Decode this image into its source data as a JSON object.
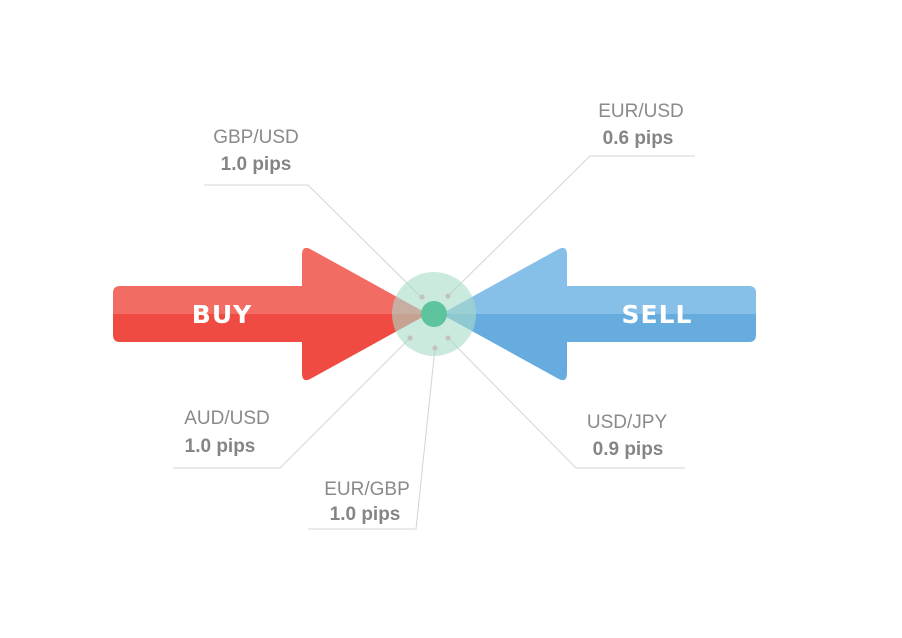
{
  "buy": {
    "label": "BUY",
    "color": "#ef4b42",
    "color_light": "#f26c64"
  },
  "sell": {
    "label": "SELL",
    "color": "#66acdf",
    "color_light": "#86bfe8"
  },
  "center": {
    "halo_color": "#a8dcc8",
    "core_color": "#5ec49e"
  },
  "pairs": [
    {
      "id": "gbpusd",
      "pair": "GBP/USD",
      "spread": "1.0 pips"
    },
    {
      "id": "eurusd",
      "pair": "EUR/USD",
      "spread": "0.6 pips"
    },
    {
      "id": "audusd",
      "pair": "AUD/USD",
      "spread": "1.0 pips"
    },
    {
      "id": "eurgbp",
      "pair": "EUR/GBP",
      "spread": "1.0 pips"
    },
    {
      "id": "usdjpy",
      "pair": "USD/JPY",
      "spread": "0.9 pips"
    }
  ]
}
